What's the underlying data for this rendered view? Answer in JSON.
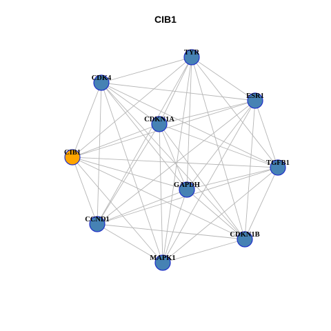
{
  "graph": {
    "title": "CIB1",
    "colors": {
      "node_fill": "#4682b4",
      "node_stroke": "#1f2fc8",
      "highlight_fill": "#ffa500",
      "edge": "#b5b5b5"
    },
    "nodes": [
      {
        "id": "TYR",
        "label": "TYR",
        "highlight": false
      },
      {
        "id": "CDK4",
        "label": "CDK4",
        "highlight": false
      },
      {
        "id": "ESR1",
        "label": "ESR1",
        "highlight": false
      },
      {
        "id": "CDKN1A",
        "label": "CDKN1A",
        "highlight": false
      },
      {
        "id": "CIB1",
        "label": "CIB1",
        "highlight": true
      },
      {
        "id": "TGFB1",
        "label": "TGFB1",
        "highlight": false
      },
      {
        "id": "GAPDH",
        "label": "GAPDH",
        "highlight": false
      },
      {
        "id": "CCND1",
        "label": "CCND1",
        "highlight": false
      },
      {
        "id": "CDKN1B",
        "label": "CDKN1B",
        "highlight": false
      },
      {
        "id": "MAPK1",
        "label": "MAPK1",
        "highlight": false
      }
    ],
    "edges": [
      [
        "TYR",
        "CDK4"
      ],
      [
        "TYR",
        "ESR1"
      ],
      [
        "TYR",
        "CDKN1A"
      ],
      [
        "TYR",
        "CIB1"
      ],
      [
        "TYR",
        "TGFB1"
      ],
      [
        "TYR",
        "GAPDH"
      ],
      [
        "TYR",
        "CCND1"
      ],
      [
        "TYR",
        "CDKN1B"
      ],
      [
        "TYR",
        "MAPK1"
      ],
      [
        "CDK4",
        "ESR1"
      ],
      [
        "CDK4",
        "CDKN1A"
      ],
      [
        "CDK4",
        "CIB1"
      ],
      [
        "CDK4",
        "TGFB1"
      ],
      [
        "CDK4",
        "GAPDH"
      ],
      [
        "CDK4",
        "CCND1"
      ],
      [
        "CDK4",
        "CDKN1B"
      ],
      [
        "CDK4",
        "MAPK1"
      ],
      [
        "ESR1",
        "CDKN1A"
      ],
      [
        "ESR1",
        "CIB1"
      ],
      [
        "ESR1",
        "TGFB1"
      ],
      [
        "ESR1",
        "GAPDH"
      ],
      [
        "ESR1",
        "CCND1"
      ],
      [
        "ESR1",
        "CDKN1B"
      ],
      [
        "ESR1",
        "MAPK1"
      ],
      [
        "CDKN1A",
        "CIB1"
      ],
      [
        "CDKN1A",
        "TGFB1"
      ],
      [
        "CDKN1A",
        "GAPDH"
      ],
      [
        "CDKN1A",
        "CCND1"
      ],
      [
        "CDKN1A",
        "CDKN1B"
      ],
      [
        "CDKN1A",
        "MAPK1"
      ],
      [
        "CIB1",
        "TGFB1"
      ],
      [
        "CIB1",
        "GAPDH"
      ],
      [
        "CIB1",
        "CCND1"
      ],
      [
        "CIB1",
        "MAPK1"
      ],
      [
        "CIB1",
        "CDKN1B"
      ],
      [
        "TGFB1",
        "GAPDH"
      ],
      [
        "TGFB1",
        "CCND1"
      ],
      [
        "TGFB1",
        "CDKN1B"
      ],
      [
        "TGFB1",
        "MAPK1"
      ],
      [
        "GAPDH",
        "CCND1"
      ],
      [
        "GAPDH",
        "CDKN1B"
      ],
      [
        "GAPDH",
        "MAPK1"
      ],
      [
        "CCND1",
        "CDKN1B"
      ],
      [
        "CCND1",
        "MAPK1"
      ],
      [
        "CDKN1B",
        "MAPK1"
      ]
    ]
  }
}
